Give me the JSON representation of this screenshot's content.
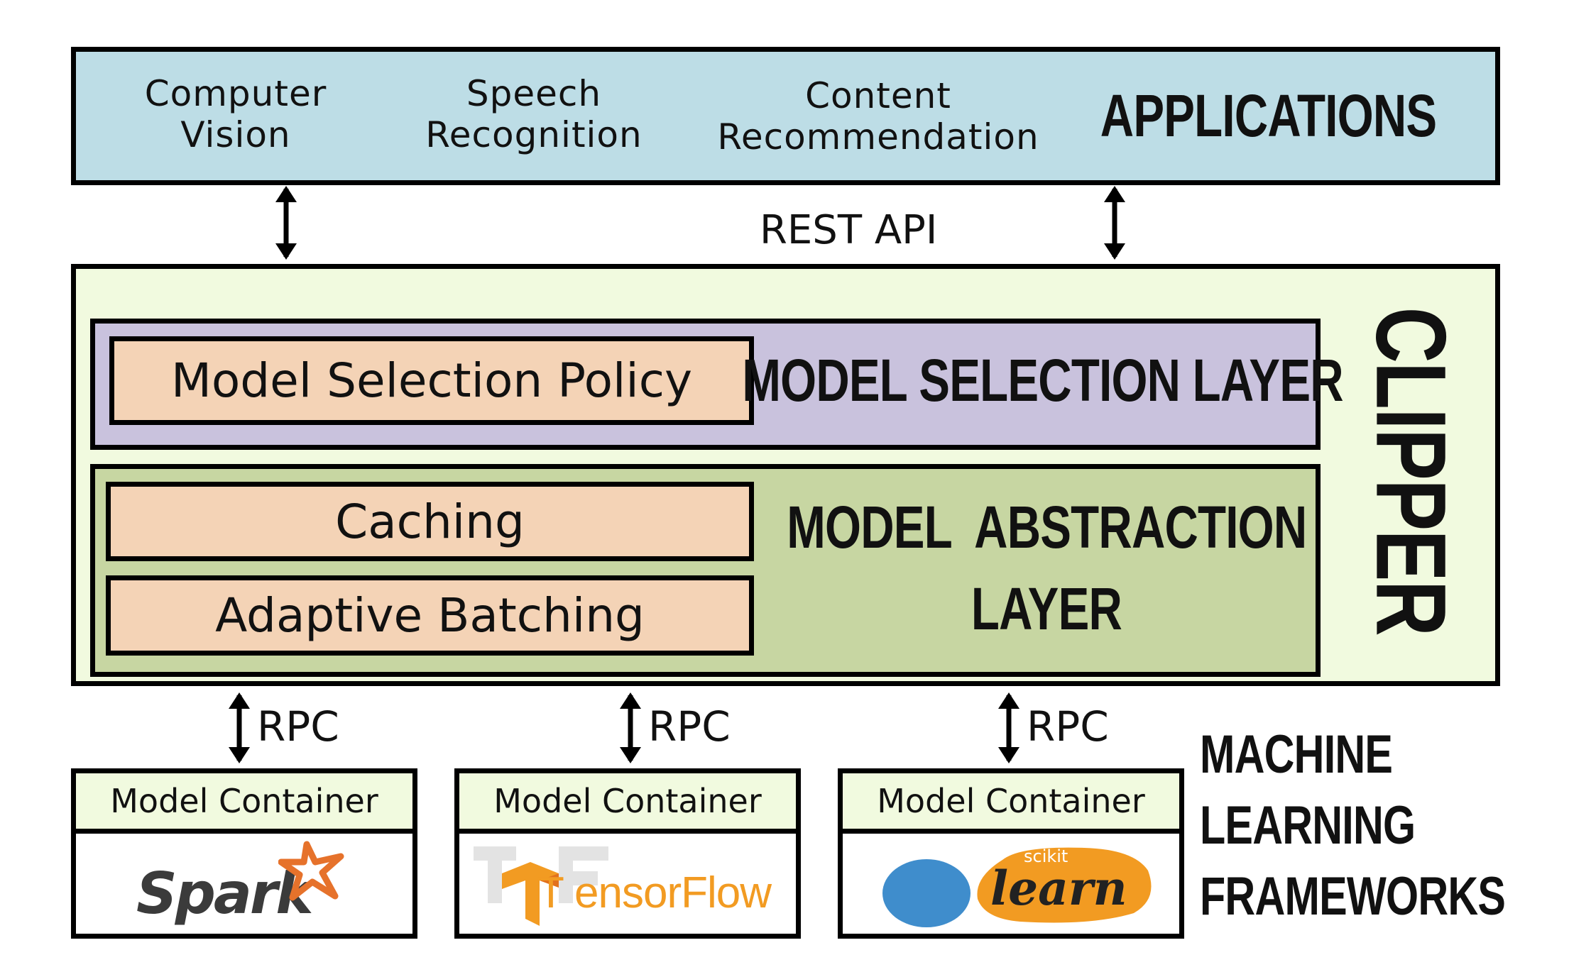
{
  "applications": {
    "title": "APPLICATIONS",
    "items": [
      {
        "line1": "Computer",
        "line2": "Vision"
      },
      {
        "line1": "Speech",
        "line2": "Recognition"
      },
      {
        "line1": "Content",
        "line2": "Recommendation"
      }
    ]
  },
  "rest_api": "REST API",
  "clipper": {
    "title": "CLIPPER",
    "selection_layer": {
      "title": "MODEL SELECTION LAYER",
      "policy": "Model Selection Policy"
    },
    "abstraction_layer": {
      "title_line1": "MODEL  ABSTRACTION",
      "title_line2": "LAYER",
      "caching": "Caching",
      "batching": "Adaptive  Batching"
    }
  },
  "rpc_label": "RPC",
  "containers": [
    {
      "header": "Model Container",
      "logo": "Spark"
    },
    {
      "header": "Model Container",
      "logo": "TensorFlow",
      "logo_prefix": "T",
      "logo_rest": "ensorFlow"
    },
    {
      "header": "Model Container",
      "logo": "learn",
      "logo_small": "scikit"
    }
  ],
  "frameworks": {
    "line1": "MACHINE",
    "line2": "LEARNING",
    "line3": "FRAMEWORKS"
  },
  "colors": {
    "applications_bg": "#bddde6",
    "clipper_bg": "#f1fadf",
    "selection_bg": "#c9c2dd",
    "abstraction_bg": "#c7d6a2",
    "component_bg": "#f4d3b6",
    "container_header_bg": "#f1fadf",
    "spark_orange": "#e6722b",
    "tf_orange": "#f29b22",
    "sklearn_blue": "#3f8dcc",
    "sklearn_orange": "#f29b22"
  }
}
